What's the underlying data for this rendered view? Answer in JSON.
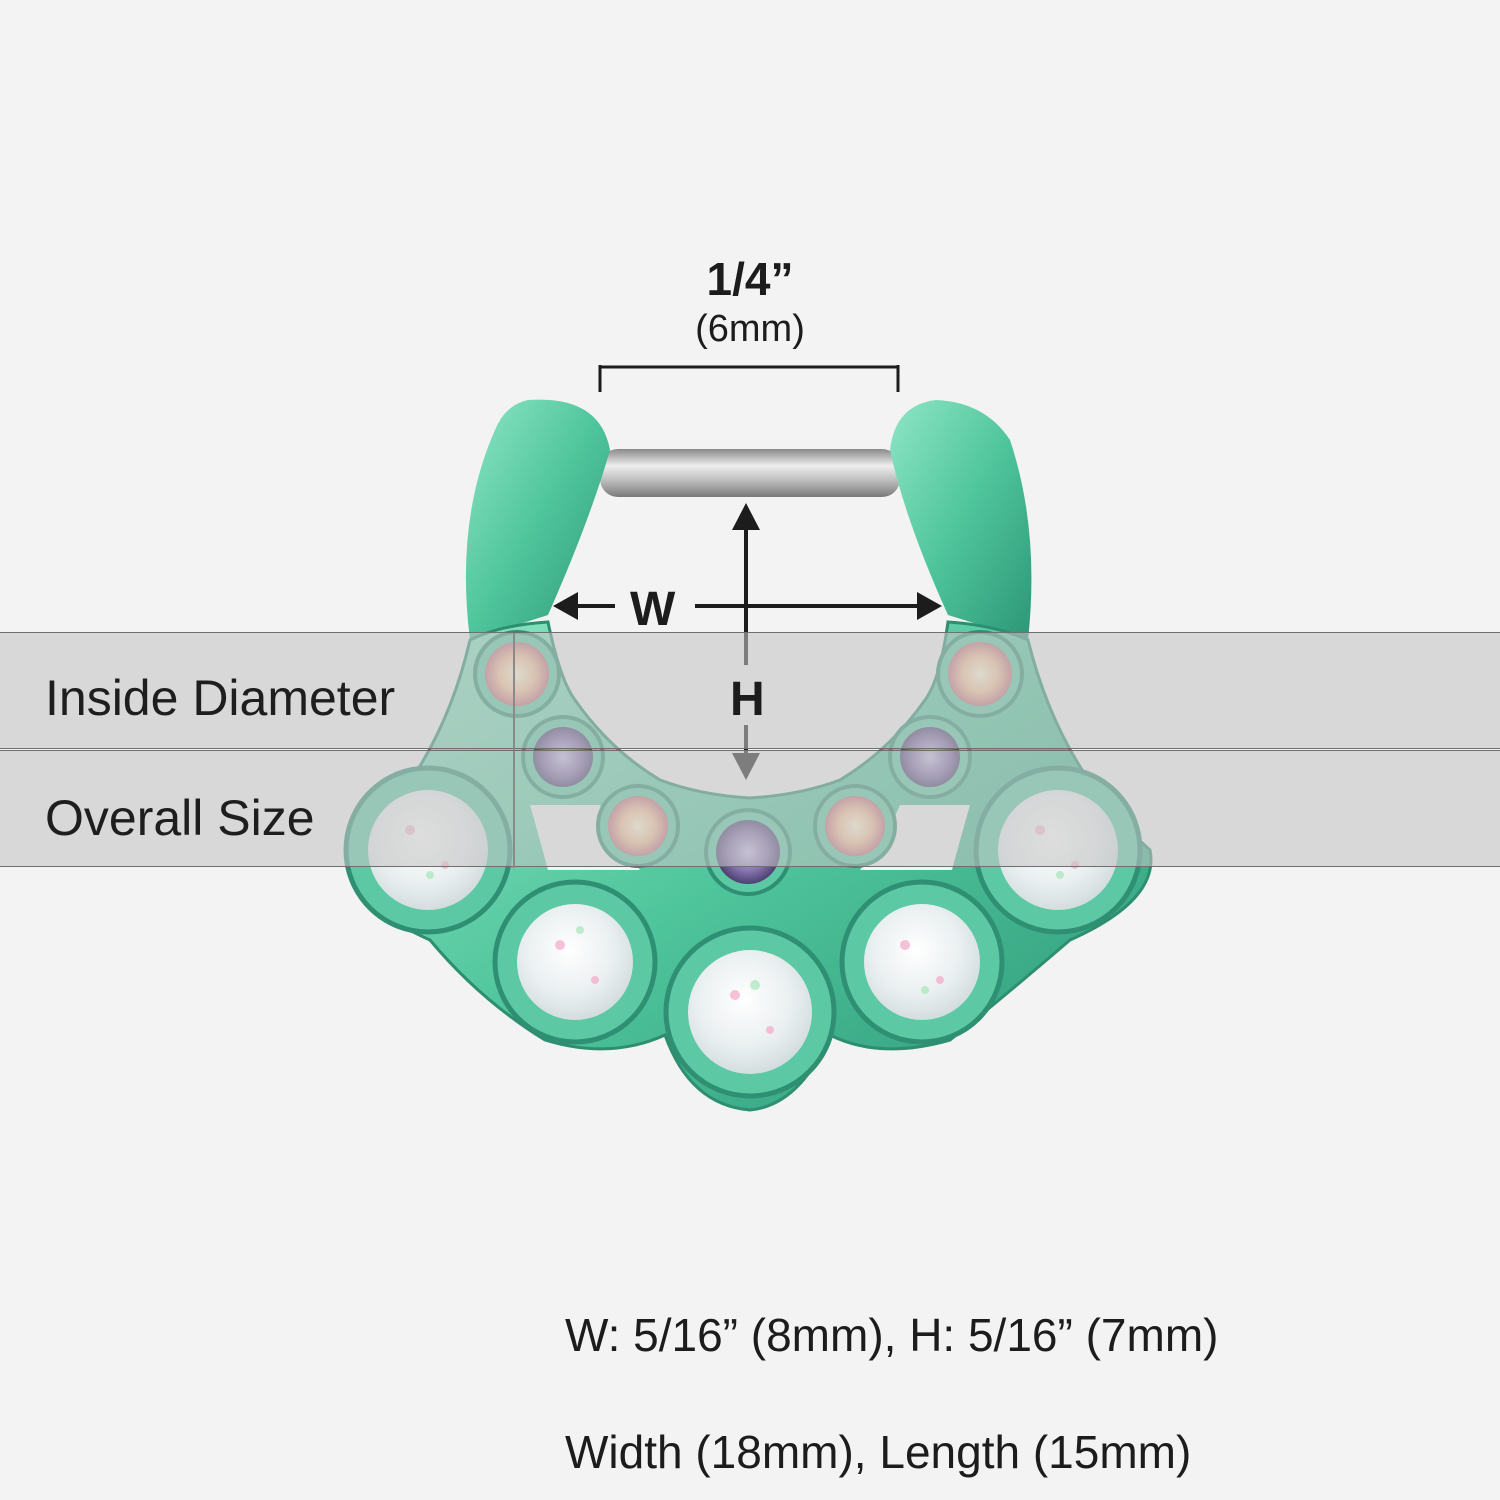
{
  "dimensions": {
    "top_gap_fraction": "1/4”",
    "top_gap_metric": "(6mm)",
    "width_letter": "W",
    "height_letter": "H"
  },
  "bands": {
    "inside_diameter_label": "Inside Diameter",
    "overall_size_label": "Overall Size"
  },
  "specs": {
    "inside_line": "W: 5/16” (8mm), H: 5/16” (7mm)",
    "overall_line": "Width (18mm), Length (15mm)"
  },
  "colors": {
    "background": "#f3f3f3",
    "metal_green": "#5fcfa8",
    "metal_green_dark": "#2f8f72",
    "bar_steel": "#b8b8b8",
    "opal_white": "#eef3f4",
    "gem_purple": "#8f7fb0",
    "gem_aurora": "#f2c9a8"
  }
}
